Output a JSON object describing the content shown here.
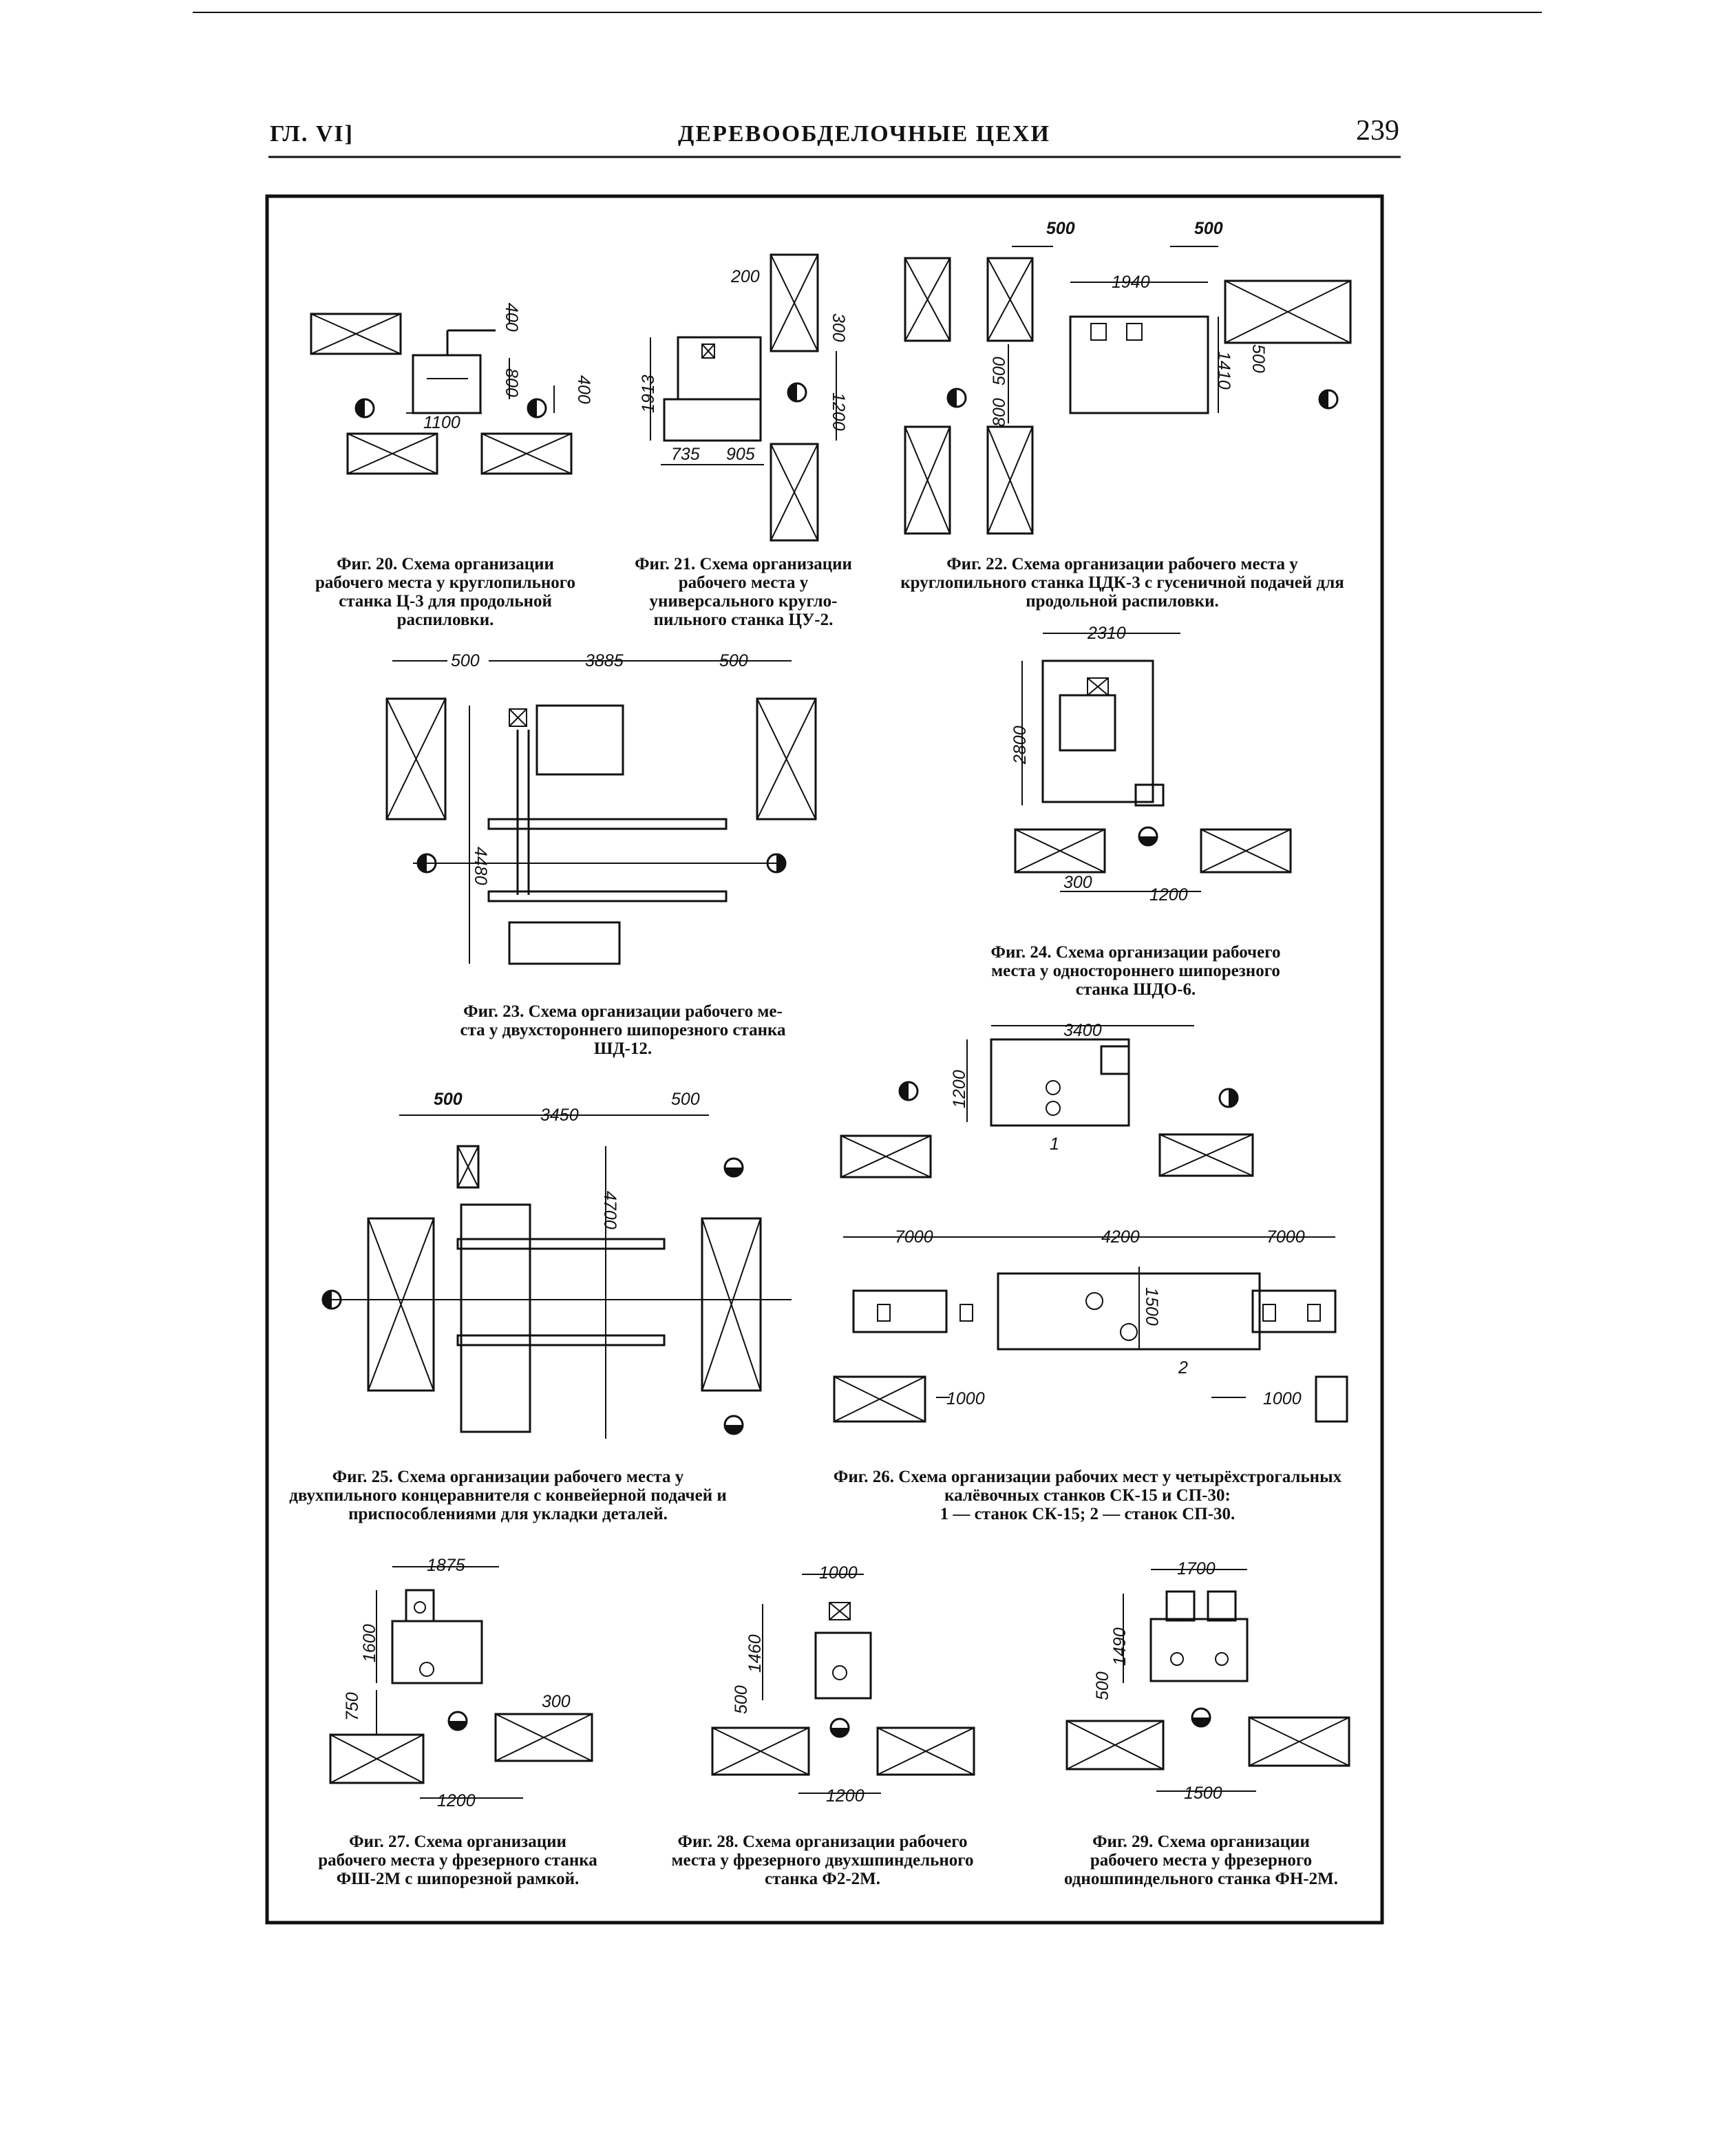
{
  "header": {
    "chapter": "ГЛ. VI]",
    "title": "ДЕРЕВООБДЕЛОЧНЫЕ ЦЕХИ",
    "page_number": "239"
  },
  "figures": {
    "f20": {
      "caption": "Фиг. 20. Схема организации рабочего места у кругло­пильного станка Ц-3 для продольной распиловки.",
      "dims": [
        "400",
        "800",
        "400",
        "1100"
      ]
    },
    "f21": {
      "caption": "Фиг. 21. Схема органи­зации рабочего места у универсального кругло­пильного станка ЦУ-2.",
      "dims": [
        "200",
        "300",
        "1913",
        "1200",
        "735",
        "905"
      ]
    },
    "f22": {
      "caption": "Фиг. 22. Схема организации рабочего места у круглопильного станка ЦДК-3 с гусеничной подачей для продольной распиловки.",
      "dims": [
        "500",
        "500",
        "1940",
        "500",
        "1410",
        "500",
        "800"
      ]
    },
    "f23": {
      "caption": "Фиг. 23. Схема организации рабочего ме­ста у двухстороннего шипорезного станка ШД-12.",
      "dims": [
        "500",
        "3885",
        "500",
        "4480"
      ]
    },
    "f24": {
      "caption": "Фиг. 24. Схема организации рабочего места у односторон­него шипорезного станка ШДО-6.",
      "dims": [
        "2310",
        "2800",
        "300",
        "1200"
      ]
    },
    "f25": {
      "caption": "Фиг. 25. Схема организации рабочего места у двухпильного концеравнителя с конвейерной подачей и приспособлениями для укладки деталей.",
      "dims": [
        "500",
        "3450",
        "500",
        "4700"
      ]
    },
    "f26": {
      "caption_line1": "Фиг. 26. Схема организации рабочих мест у четырёх­строгальных калёвочных станков СК-15 и СП-30:",
      "caption_line2": "1 — станок СК-15; 2 — станок СП-30.",
      "dims": [
        "3400",
        "1200",
        "1",
        "7000",
        "4200",
        "7000",
        "1500",
        "2",
        "1000",
        "1000"
      ]
    },
    "f27": {
      "caption": "Фиг. 27. Схема организации рабочего места у фрезерного станка ФШ-2М с шипорезной рамкой.",
      "dims": [
        "1875",
        "1600",
        "750",
        "300",
        "1200"
      ]
    },
    "f28": {
      "caption": "Фиг. 28. Схема организации рабочего места у фрезерного двухшпиндельного станка Ф2-2М.",
      "dims": [
        "1000",
        "1460",
        "500",
        "1200"
      ]
    },
    "f29": {
      "caption": "Фиг. 29. Схема организа­ции рабочего места у фре­зерного одношпиндельного станка ФН-2М.",
      "dims": [
        "1700",
        "1490",
        "500",
        "1500"
      ]
    }
  }
}
